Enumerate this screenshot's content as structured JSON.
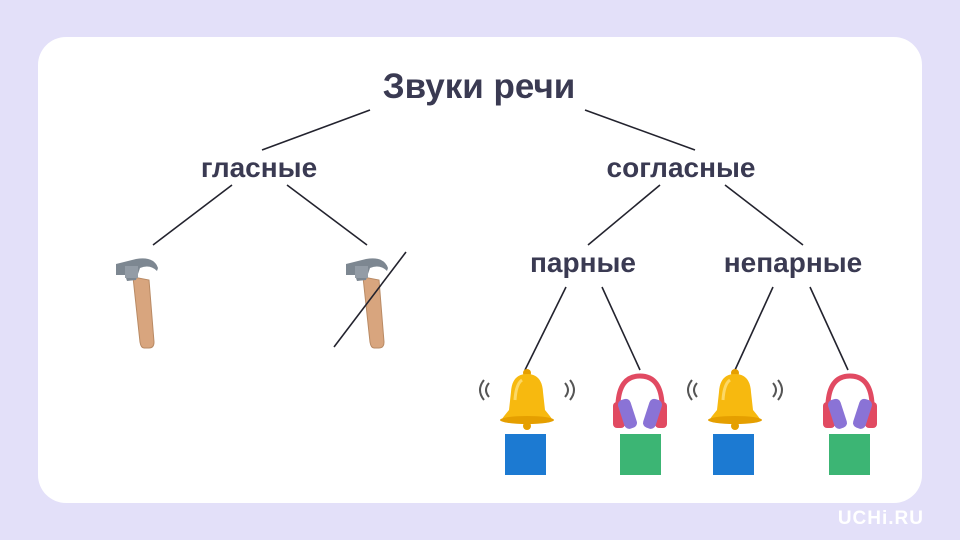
{
  "title": "Звуки речи",
  "branches": {
    "vowels": "гласные",
    "consonants": "согласные",
    "paired": "парные",
    "unpaired": "непарные"
  },
  "icons": {
    "hammer": "hammer-icon",
    "bell": "ringing-bell-icon",
    "headphones": "headphones-icon"
  },
  "colors": {
    "background": "#e3e0f9",
    "card": "#ffffff",
    "text": "#3a3a52",
    "blue_square": "#1c7ad2",
    "green_square": "#3cb574",
    "bell": "#f5b40f",
    "headphones_band": "#e14a62",
    "headphones_cup": "#8a73d6"
  },
  "logo": "UCHi.RU"
}
